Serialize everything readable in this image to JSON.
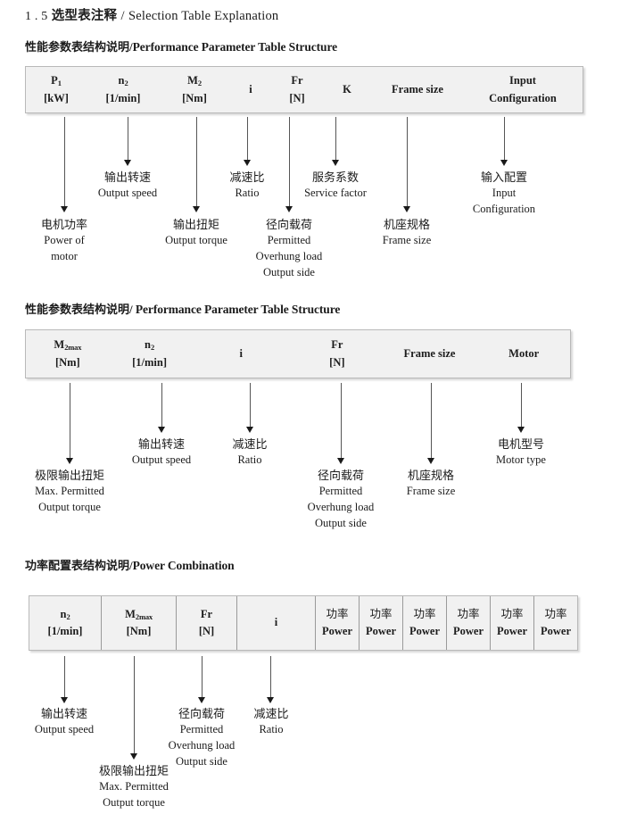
{
  "document": {
    "title_number": "1 . 5",
    "title_cn": "选型表注释",
    "title_sep": "/",
    "title_en": "Selection Table Explanation"
  },
  "sections": [
    {
      "id": "performance-parameter-1",
      "heading_cn": "性能参数表结构说明",
      "heading_sep": "/",
      "heading_en": "Performance Parameter Table Structure",
      "table": {
        "columns": [
          {
            "name": "p1",
            "line1": "P₁",
            "line2": "[kW]"
          },
          {
            "name": "n2",
            "line1": "n₂",
            "line2": "[1/min]"
          },
          {
            "name": "m2",
            "line1": "M₂",
            "line2": "[Nm]"
          },
          {
            "name": "i",
            "line1": "i",
            "line2": ""
          },
          {
            "name": "fr",
            "line1": "Fr",
            "line2": "[N]"
          },
          {
            "name": "k",
            "line1": "K",
            "line2": ""
          },
          {
            "name": "frame",
            "line1": "Frame size",
            "line2": ""
          },
          {
            "name": "input",
            "line1": "Input",
            "line2": "Configuration"
          }
        ]
      },
      "annotations": [
        {
          "name": "power-of-motor",
          "cn": "电机功率",
          "en": [
            "Power of",
            "motor"
          ]
        },
        {
          "name": "output-speed",
          "cn": "输出转速",
          "en": [
            "Output speed"
          ]
        },
        {
          "name": "output-torque",
          "cn": "输出扭矩",
          "en": [
            "Output torque"
          ]
        },
        {
          "name": "ratio",
          "cn": "减速比",
          "en": [
            "Ratio"
          ]
        },
        {
          "name": "overhung-load",
          "cn": "径向载荷",
          "en": [
            "Permitted",
            "Overhung load",
            "Output side"
          ]
        },
        {
          "name": "service-factor",
          "cn": "服务系数",
          "en": [
            "Service factor"
          ]
        },
        {
          "name": "frame-size",
          "cn": "机座规格",
          "en": [
            "Frame size"
          ]
        },
        {
          "name": "input-config",
          "cn": "输入配置",
          "en": [
            "Input",
            "Configuration"
          ]
        }
      ]
    },
    {
      "id": "performance-parameter-2",
      "heading_cn": "性能参数表结构说明",
      "heading_sep": "/",
      "heading_en": "Performance Parameter Table Structure",
      "table": {
        "columns": [
          {
            "name": "m2max",
            "line1": "M₂max",
            "line2": "[Nm]"
          },
          {
            "name": "n2",
            "line1": "n₂",
            "line2": "[1/min]"
          },
          {
            "name": "i",
            "line1": "i",
            "line2": ""
          },
          {
            "name": "fr",
            "line1": "Fr",
            "line2": "[N]"
          },
          {
            "name": "frame",
            "line1": "Frame size",
            "line2": ""
          },
          {
            "name": "motor",
            "line1": "Motor",
            "line2": ""
          }
        ]
      },
      "annotations": [
        {
          "name": "max-output-torque",
          "cn": "极限输出扭矩",
          "en": [
            "Max. Permitted",
            "Output  torque"
          ]
        },
        {
          "name": "output-speed",
          "cn": "输出转速",
          "en": [
            "Output speed"
          ]
        },
        {
          "name": "ratio",
          "cn": "减速比",
          "en": [
            "Ratio"
          ]
        },
        {
          "name": "overhung-load",
          "cn": "径向载荷",
          "en": [
            "Permitted",
            "Overhung load",
            "Output side"
          ]
        },
        {
          "name": "frame-size",
          "cn": "机座规格",
          "en": [
            "Frame size"
          ]
        },
        {
          "name": "motor-type",
          "cn": "电机型号",
          "en": [
            "Motor type"
          ]
        }
      ]
    },
    {
      "id": "power-combination",
      "heading_cn": "功率配置表结构说明",
      "heading_sep": "/",
      "heading_en": "Power Combination",
      "table": {
        "columns": [
          {
            "name": "n2",
            "line1": "n₂",
            "line2": "[1/min]"
          },
          {
            "name": "m2max",
            "line1": "M₂max",
            "line2": "[Nm]"
          },
          {
            "name": "fr",
            "line1": "Fr",
            "line2": "[N]"
          },
          {
            "name": "i",
            "line1": "i",
            "line2": ""
          },
          {
            "name": "power1",
            "line1": "功率",
            "line2": "Power"
          },
          {
            "name": "power2",
            "line1": "功率",
            "line2": "Power"
          },
          {
            "name": "power3",
            "line1": "功率",
            "line2": "Power"
          },
          {
            "name": "power4",
            "line1": "功率",
            "line2": "Power"
          },
          {
            "name": "power5",
            "line1": "功率",
            "line2": "Power"
          },
          {
            "name": "power6",
            "line1": "功率",
            "line2": "Power"
          }
        ]
      },
      "annotations": [
        {
          "name": "output-speed",
          "cn": "输出转速",
          "en": [
            "Output speed"
          ]
        },
        {
          "name": "max-output-torque",
          "cn": "极限输出扭矩",
          "en": [
            "Max. Permitted",
            "Output  torque"
          ]
        },
        {
          "name": "overhung-load",
          "cn": "径向载荷",
          "en": [
            "Permitted",
            "Overhung load",
            "Output side"
          ]
        },
        {
          "name": "ratio",
          "cn": "减速比",
          "en": [
            "Ratio"
          ]
        }
      ]
    }
  ]
}
